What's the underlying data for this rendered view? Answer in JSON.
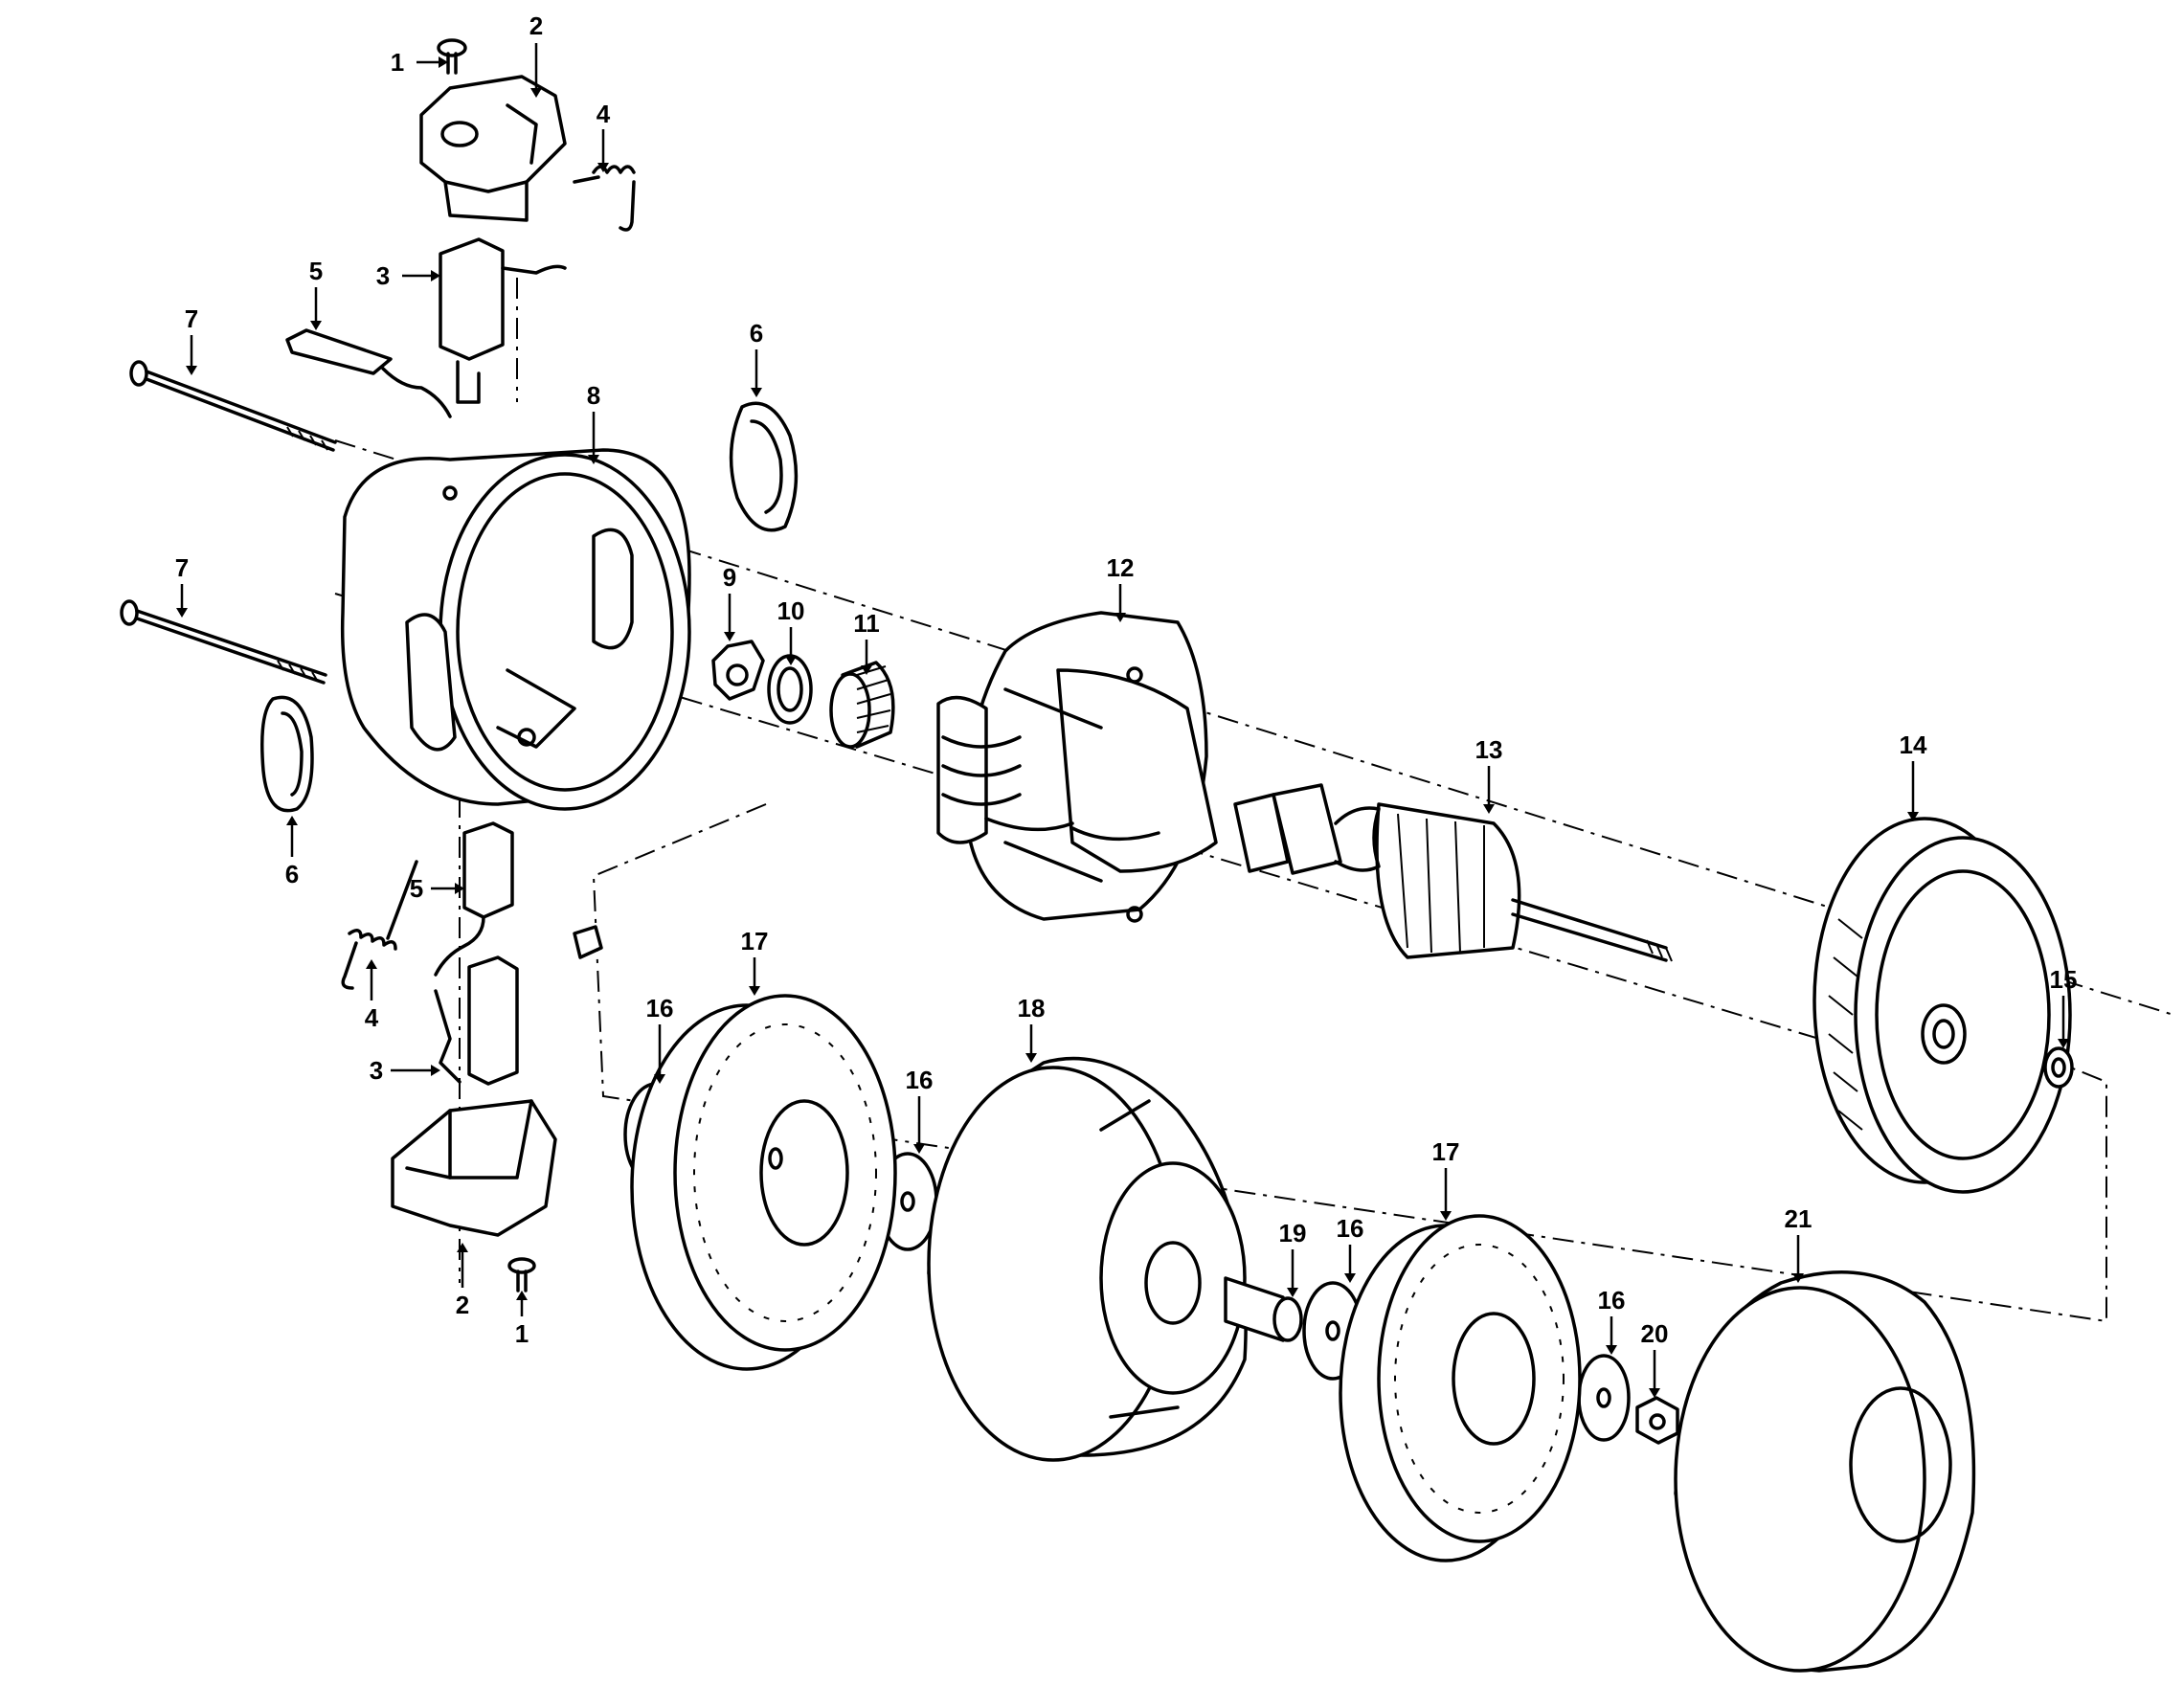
{
  "diagram": {
    "callouts": [
      {
        "id": "c1a",
        "label": "1"
      },
      {
        "id": "c2a",
        "label": "2"
      },
      {
        "id": "c3a",
        "label": "3"
      },
      {
        "id": "c4a",
        "label": "4"
      },
      {
        "id": "c5a",
        "label": "5"
      },
      {
        "id": "c6a",
        "label": "6"
      },
      {
        "id": "c7a",
        "label": "7"
      },
      {
        "id": "c8",
        "label": "8"
      },
      {
        "id": "c7b",
        "label": "7"
      },
      {
        "id": "c6b",
        "label": "6"
      },
      {
        "id": "c5b",
        "label": "5"
      },
      {
        "id": "c4b",
        "label": "4"
      },
      {
        "id": "c3b",
        "label": "3"
      },
      {
        "id": "c2b",
        "label": "2"
      },
      {
        "id": "c1b",
        "label": "1"
      },
      {
        "id": "c9",
        "label": "9"
      },
      {
        "id": "c10",
        "label": "10"
      },
      {
        "id": "c11",
        "label": "11"
      },
      {
        "id": "c12",
        "label": "12"
      },
      {
        "id": "c13",
        "label": "13"
      },
      {
        "id": "c14",
        "label": "14"
      },
      {
        "id": "c15",
        "label": "15"
      },
      {
        "id": "c16a",
        "label": "16"
      },
      {
        "id": "c17a",
        "label": "17"
      },
      {
        "id": "c16b",
        "label": "16"
      },
      {
        "id": "c18",
        "label": "18"
      },
      {
        "id": "c19",
        "label": "19"
      },
      {
        "id": "c16c",
        "label": "16"
      },
      {
        "id": "c17b",
        "label": "17"
      },
      {
        "id": "c16d",
        "label": "16"
      },
      {
        "id": "c20",
        "label": "20"
      },
      {
        "id": "c21",
        "label": "21"
      }
    ]
  }
}
